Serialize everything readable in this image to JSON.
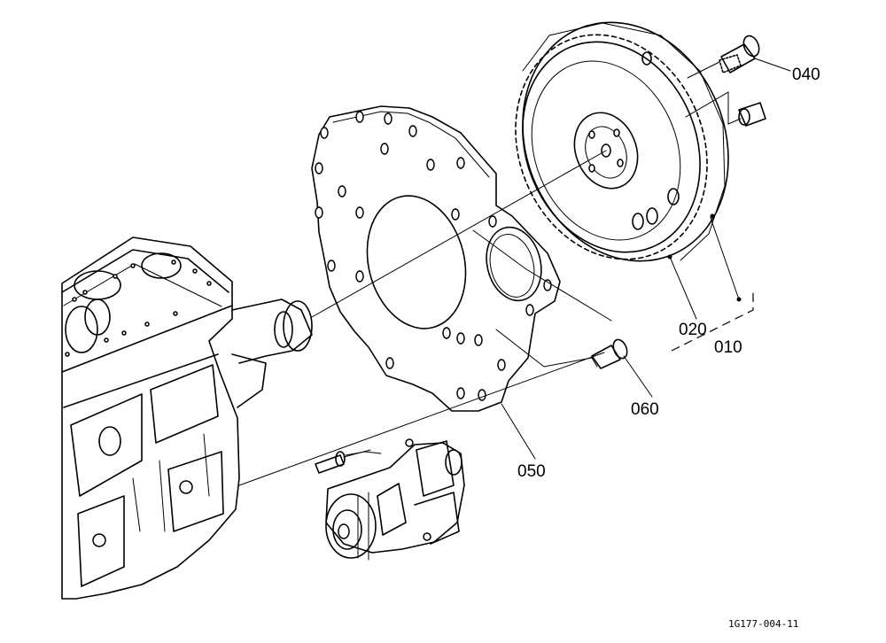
{
  "callouts": [
    {
      "id": "040",
      "text": "040"
    },
    {
      "id": "020",
      "text": "020"
    },
    {
      "id": "010",
      "text": "010"
    },
    {
      "id": "060",
      "text": "060"
    },
    {
      "id": "050",
      "text": "050"
    }
  ],
  "figure_code": "1G177-004-11"
}
